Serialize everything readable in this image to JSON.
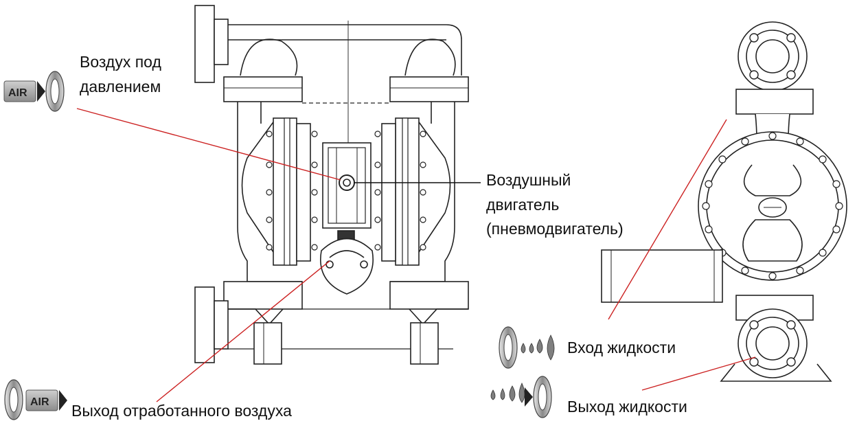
{
  "labels": {
    "compressed_air": [
      "Воздух под",
      "давлением"
    ],
    "air_motor": [
      "Воздушный",
      "двигатель",
      "(пневмодвигатель)"
    ],
    "exhaust_air": "Выход отработанного воздуха",
    "fluid_inlet": "Вход жидкости",
    "fluid_outlet": "Выход жидкости"
  },
  "icons": {
    "air_text": "AIR",
    "air_inlet": "air-inlet-icon",
    "air_exhaust": "air-exhaust-icon",
    "fluid_in": "fluid-inlet-icon",
    "fluid_out": "fluid-outlet-icon"
  },
  "colors": {
    "leader_line": "#cc2222",
    "outline": "#222222",
    "fluid_drop": "#7f7f7f"
  }
}
